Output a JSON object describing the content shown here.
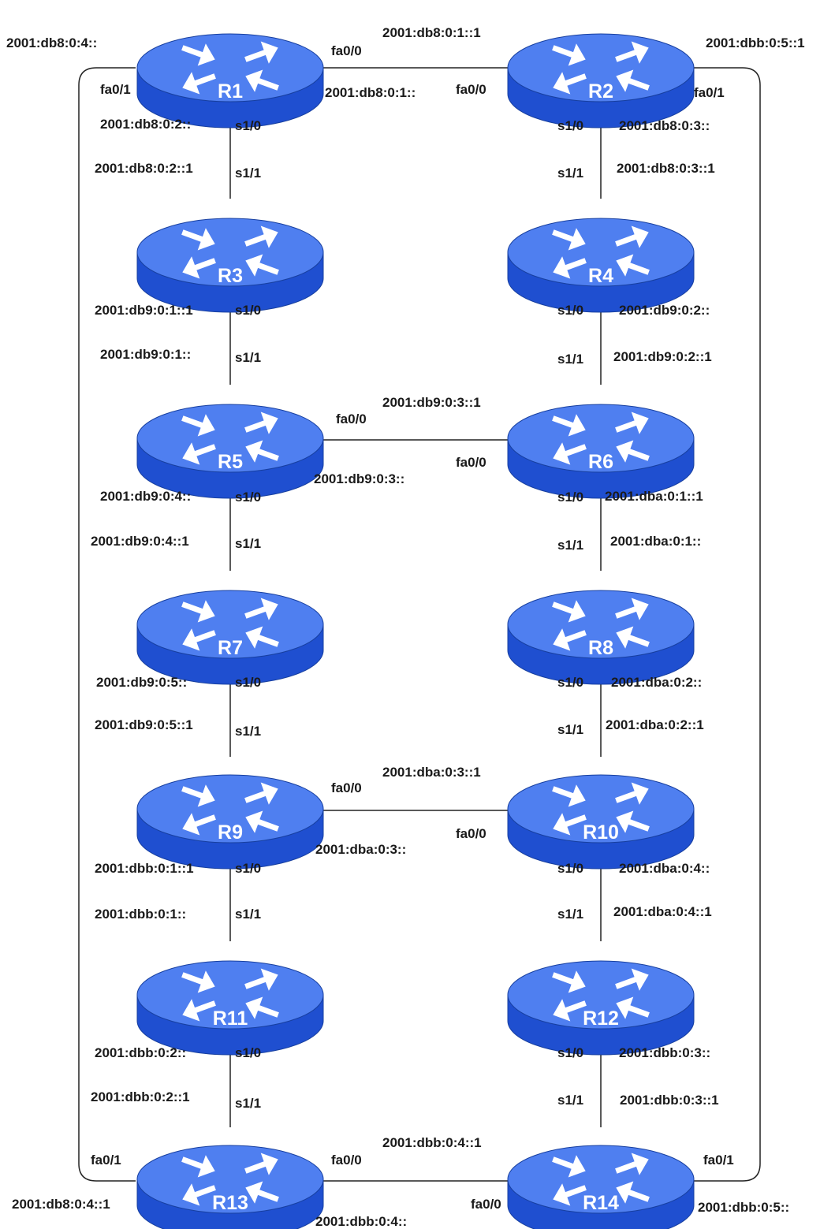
{
  "colors": {
    "router_top": "#4f7ff0",
    "router_side": "#1f4fd0",
    "router_rim": "#173f9f",
    "arrow": "#ffffff",
    "router_label": "#ffffff",
    "link": "#222222",
    "text": "#1a1a1a"
  },
  "routers": [
    {
      "id": "r1",
      "name": "R1"
    },
    {
      "id": "r2",
      "name": "R2"
    },
    {
      "id": "r3",
      "name": "R3"
    },
    {
      "id": "r4",
      "name": "R4"
    },
    {
      "id": "r5",
      "name": "R5"
    },
    {
      "id": "r6",
      "name": "R6"
    },
    {
      "id": "r7",
      "name": "R7"
    },
    {
      "id": "r8",
      "name": "R8"
    },
    {
      "id": "r9",
      "name": "R9"
    },
    {
      "id": "r10",
      "name": "R10"
    },
    {
      "id": "r11",
      "name": "R11"
    },
    {
      "id": "r12",
      "name": "R12"
    },
    {
      "id": "r13",
      "name": "R13"
    },
    {
      "id": "r14",
      "name": "R14"
    }
  ],
  "links": [
    {
      "from": "R1",
      "to": "R2",
      "type": "fastethernet"
    },
    {
      "from": "R1",
      "to": "R3",
      "type": "serial"
    },
    {
      "from": "R2",
      "to": "R4",
      "type": "serial"
    },
    {
      "from": "R3",
      "to": "R5",
      "type": "serial"
    },
    {
      "from": "R4",
      "to": "R6",
      "type": "serial"
    },
    {
      "from": "R5",
      "to": "R6",
      "type": "fastethernet"
    },
    {
      "from": "R5",
      "to": "R7",
      "type": "serial"
    },
    {
      "from": "R6",
      "to": "R8",
      "type": "serial"
    },
    {
      "from": "R7",
      "to": "R9",
      "type": "serial"
    },
    {
      "from": "R8",
      "to": "R10",
      "type": "serial"
    },
    {
      "from": "R9",
      "to": "R10",
      "type": "fastethernet"
    },
    {
      "from": "R9",
      "to": "R11",
      "type": "serial"
    },
    {
      "from": "R10",
      "to": "R12",
      "type": "serial"
    },
    {
      "from": "R11",
      "to": "R13",
      "type": "serial"
    },
    {
      "from": "R12",
      "to": "R14",
      "type": "serial"
    },
    {
      "from": "R13",
      "to": "R14",
      "type": "fastethernet"
    },
    {
      "from": "R1",
      "to": "R13",
      "type": "fastethernet"
    },
    {
      "from": "R2",
      "to": "R14",
      "type": "fastethernet"
    }
  ],
  "labels": {
    "r1_addr_left": "2001:db8:0:4::",
    "r1_fa00": "fa0/0",
    "r1_fa01": "fa0/1",
    "r1_addr_fa00": "2001:db8:0:1::",
    "r1_addr_s10": "2001:db8:0:2::",
    "r1_s10": "s1/0",
    "r2_addr_fa00": "2001:db8:0:1::1",
    "r2_addr_right": "2001:dbb:0:5::1",
    "r2_fa00": "fa0/0",
    "r2_fa01": "fa0/1",
    "r2_s10": "s1/0",
    "r2_addr_s10": "2001:db8:0:3::",
    "r3_addr_s11": "2001:db8:0:2::1",
    "r3_s11": "s1/1",
    "r4_s11": "s1/1",
    "r4_addr_s11": "2001:db8:0:3::1",
    "r3_addr_s10": "2001:db9:0:1::1",
    "r3_s10": "s1/0",
    "r4_s10": "s1/0",
    "r4_addr_s10": "2001:db9:0:2::",
    "r5_addr_s11": "2001:db9:0:1::",
    "r5_s11": "s1/1",
    "r6_s11": "s1/1",
    "r6_addr_s11": "2001:db9:0:2::1",
    "r6_addr_fa00": "2001:db9:0:3::1",
    "r5_fa00": "fa0/0",
    "r6_fa00": "fa0/0",
    "r5_addr_fa00": "2001:db9:0:3::",
    "r5_addr_s10": "2001:db9:0:4::",
    "r5_s10": "s1/0",
    "r6_s10": "s1/0",
    "r6_addr_s10": "2001:dba:0:1::1",
    "r7_addr_s11": "2001:db9:0:4::1",
    "r7_s11": "s1/1",
    "r8_s11": "s1/1",
    "r8_addr_s11": "2001:dba:0:1::",
    "r7_addr_s10": "2001:db9:0:5::",
    "r7_s10": "s1/0",
    "r8_s10": "s1/0",
    "r8_addr_s10": "2001:dba:0:2::",
    "r9_addr_s11": "2001:db9:0:5::1",
    "r9_s11": "s1/1",
    "r10_s11": "s1/1",
    "r10_addr_s11": "2001:dba:0:2::1",
    "r10_addr_fa00": "2001:dba:0:3::1",
    "r9_fa00": "fa0/0",
    "r10_fa00": "fa0/0",
    "r9_addr_fa00": "2001:dba:0:3::",
    "r9_addr_s10": "2001:dbb:0:1::1",
    "r9_s10": "s1/0",
    "r10_s10": "s1/0",
    "r10_addr_s10": "2001:dba:0:4::",
    "r11_addr_s11": "2001:dbb:0:1::",
    "r11_s11": "s1/1",
    "r12_s11": "s1/1",
    "r12_addr_s11": "2001:dba:0:4::1",
    "r11_addr_s10": "2001:dbb:0:2::",
    "r11_s10": "s1/0",
    "r12_s10": "s1/0",
    "r12_addr_s10": "2001:dbb:0:3::",
    "r13_addr_s11": "2001:dbb:0:2::1",
    "r13_s11": "s1/1",
    "r14_s11": "s1/1",
    "r14_addr_s11": "2001:dbb:0:3::1",
    "r14_addr_fa00": "2001:dbb:0:4::1",
    "r13_fa01": "fa0/1",
    "r13_fa00": "fa0/0",
    "r14_fa01": "fa0/1",
    "r13_addr_left": "2001:db8:0:4::1",
    "r14_fa00": "fa0/0",
    "r14_addr_right": "2001:dbb:0:5::",
    "r13_addr_fa00": "2001:dbb:0:4::"
  }
}
